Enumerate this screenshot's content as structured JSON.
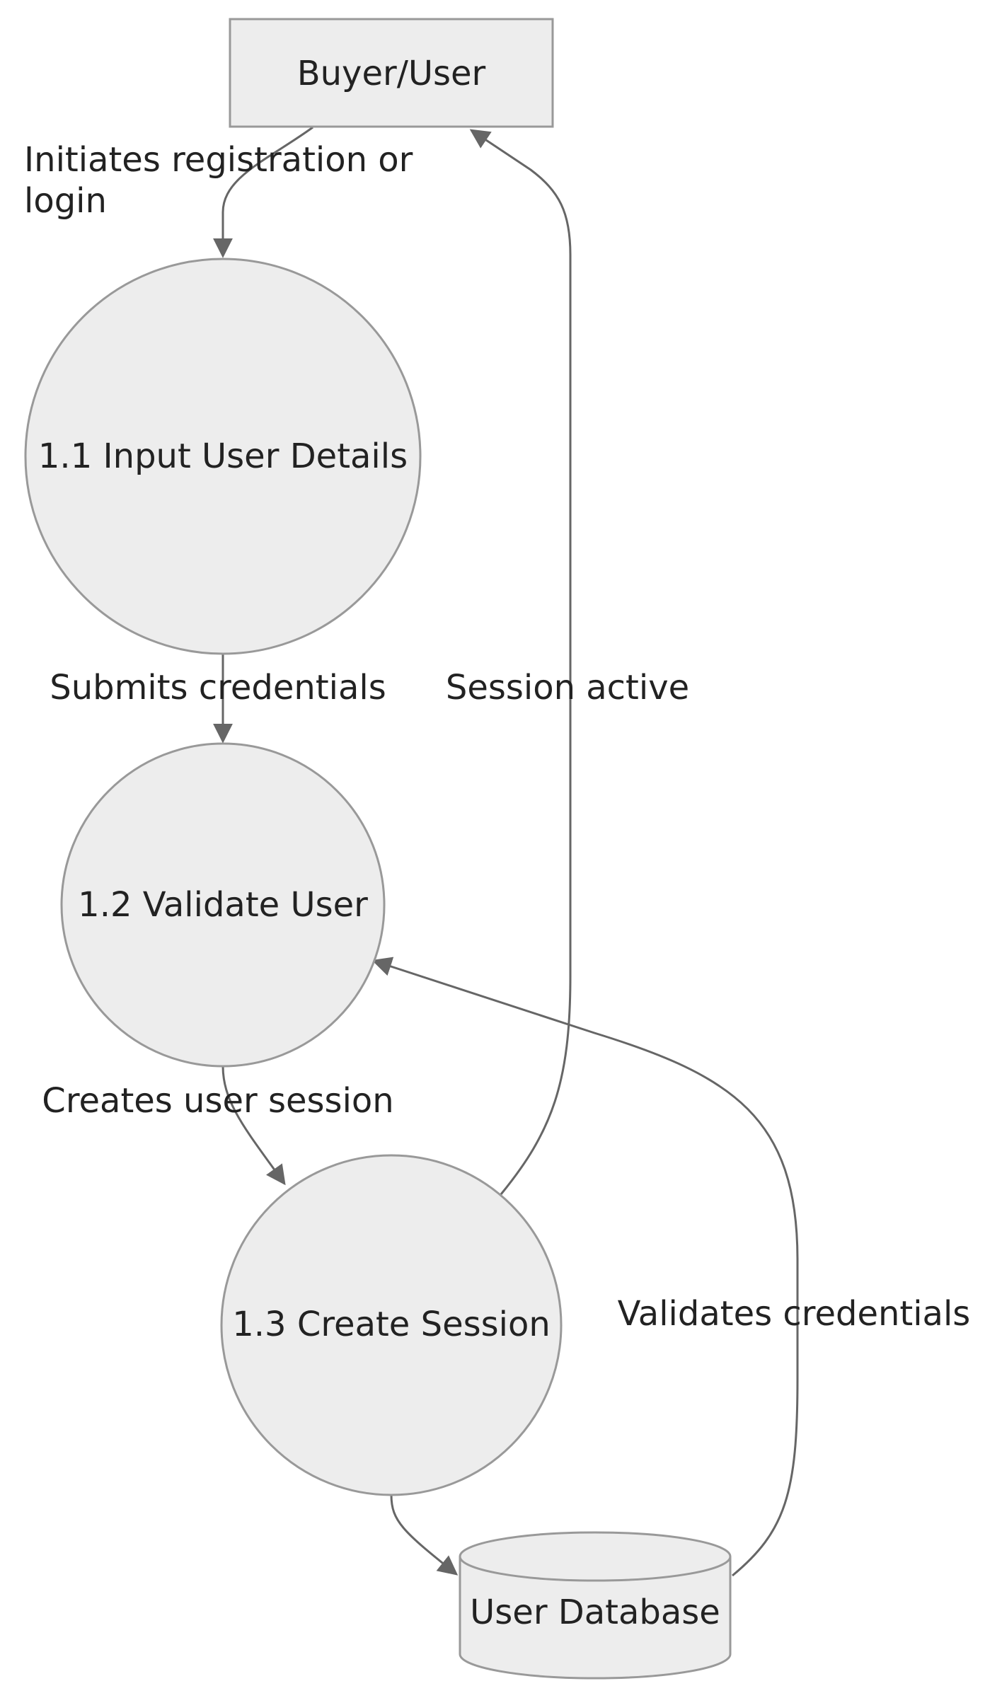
{
  "diagram": {
    "colors": {
      "node_fill": "#ededed",
      "node_stroke": "#999999",
      "edge_stroke": "#666666",
      "text": "#222222",
      "background": "#ffffff"
    },
    "nodes": {
      "buyer": {
        "label": "Buyer/User",
        "shape": "rectangle"
      },
      "input": {
        "label": "1.1 Input User Details",
        "shape": "circle"
      },
      "validate": {
        "label": "1.2 Validate User",
        "shape": "circle"
      },
      "session": {
        "label": "1.3 Create Session",
        "shape": "circle"
      },
      "database": {
        "label": "User Database",
        "shape": "cylinder"
      }
    },
    "edges": {
      "initiates": {
        "from": "Buyer/User",
        "to": "1.1 Input User Details",
        "line1": "Initiates registration or",
        "line2": "login"
      },
      "submits": {
        "from": "1.1 Input User Details",
        "to": "1.2 Validate User",
        "label": "Submits credentials"
      },
      "creates": {
        "from": "1.2 Validate User",
        "to": "1.3 Create Session",
        "label": "Creates user session"
      },
      "active": {
        "from": "1.3 Create Session",
        "to": "Buyer/User",
        "label": "Session active"
      },
      "stores": {
        "from": "1.3 Create Session",
        "to": "User Database",
        "label": ""
      },
      "validates": {
        "from": "User Database",
        "to": "1.2 Validate User",
        "label": "Validates credentials"
      }
    }
  }
}
